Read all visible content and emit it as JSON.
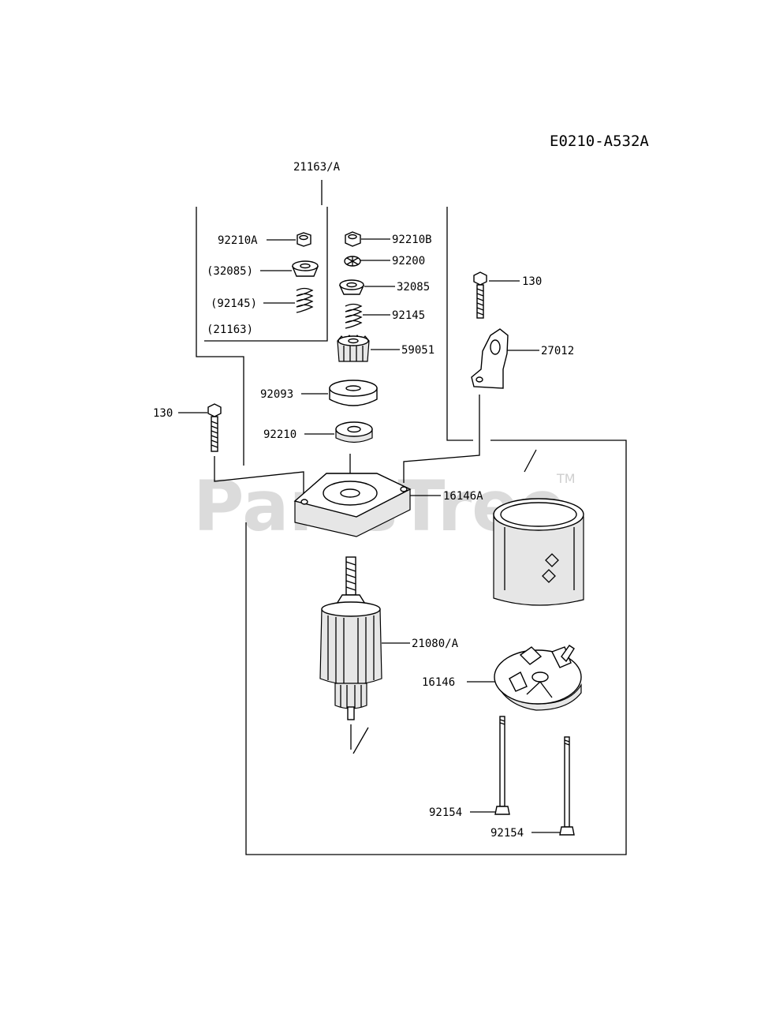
{
  "diagram_code": "E0210-A532A",
  "watermark": {
    "text": "PartsTree",
    "trademark": "TM"
  },
  "parts": {
    "p21163A": "21163/A",
    "p92210A": "92210A",
    "p32085_paren": "(32085)",
    "p92145_paren": "(92145)",
    "p21163_paren": "(21163)",
    "p92210B": "92210B",
    "p92200": "92200",
    "p32085": "32085",
    "p92145": "92145",
    "p59051": "59051",
    "p92093": "92093",
    "p92210": "92210",
    "p130_right": "130",
    "p27012": "27012",
    "p130_left": "130",
    "p16146A": "16146A",
    "p21080A": "21080/A",
    "p16146": "16146",
    "p92154_a": "92154",
    "p92154_b": "92154"
  }
}
